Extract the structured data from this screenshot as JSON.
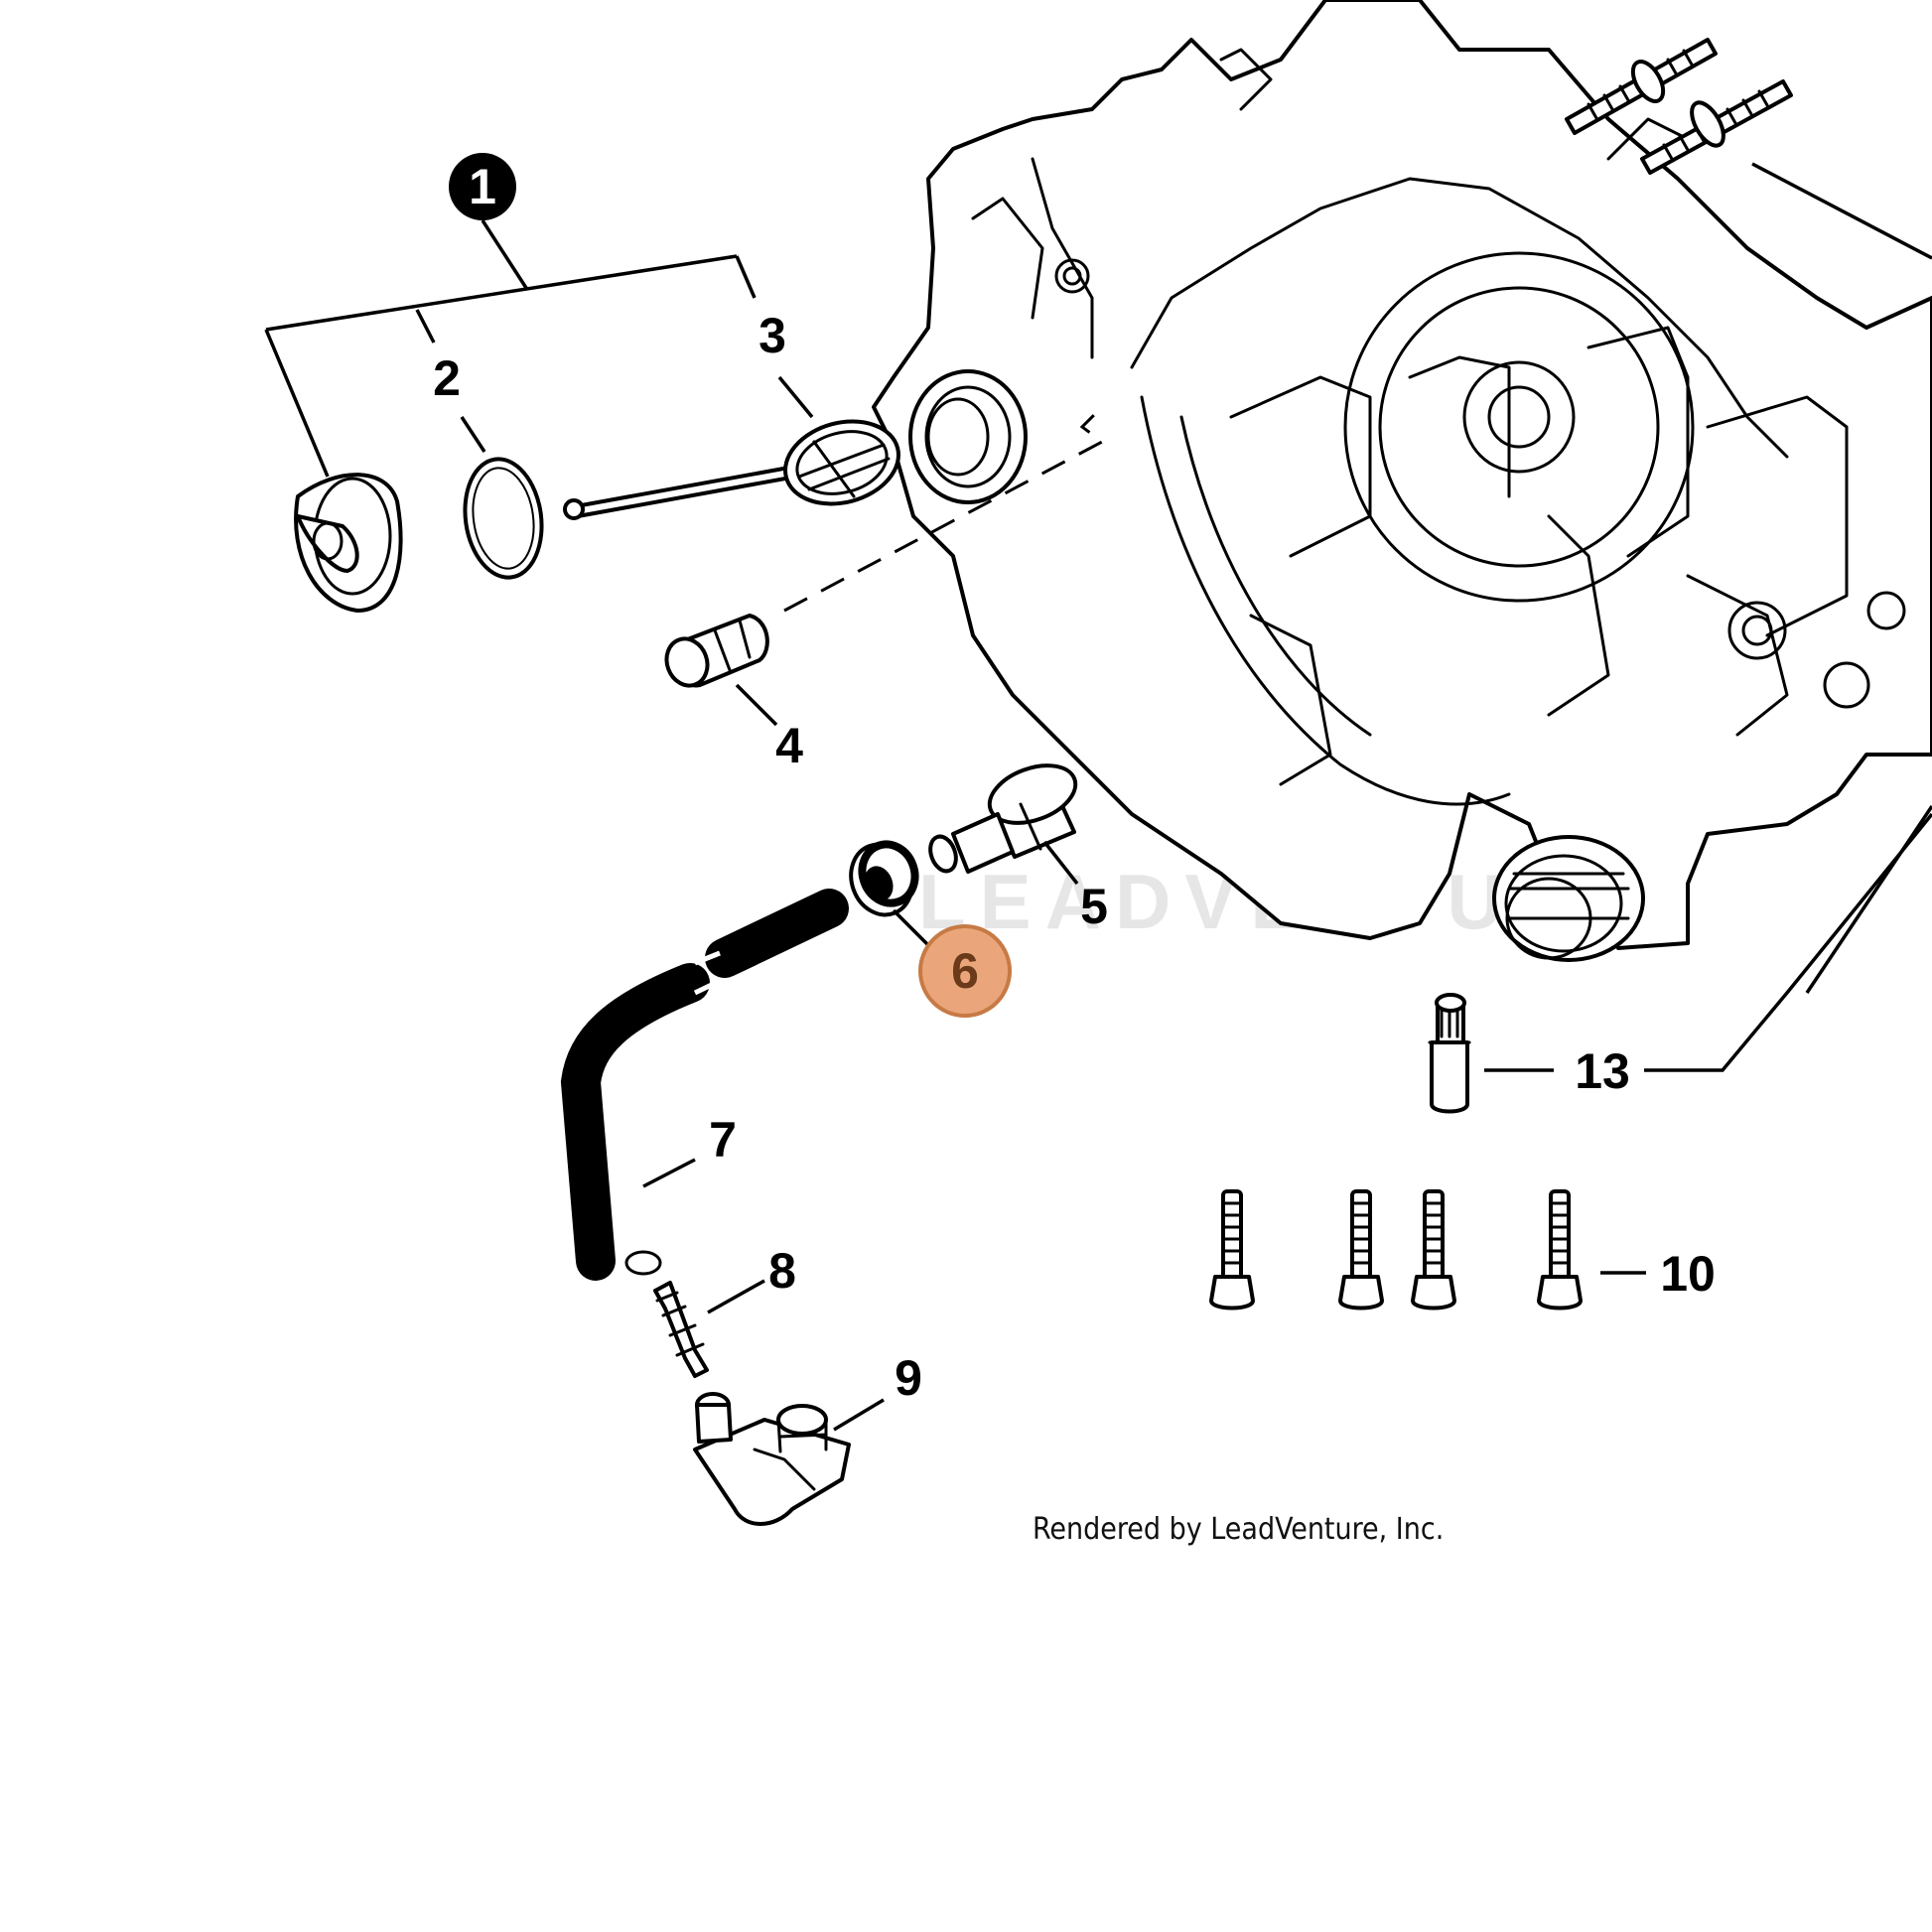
{
  "diagram": {
    "callouts": {
      "c1": "1",
      "c2": "2",
      "c3": "3",
      "c4": "4",
      "c5": "5",
      "c6": "6",
      "c7": "7",
      "c8": "8",
      "c9": "9",
      "c10": "10",
      "c13": "13"
    },
    "highlight_callout": "6",
    "highlight_color": "#e8a878",
    "highlight_stroke": "#c8763e",
    "watermark": "LEADVENTURE",
    "credit": "Rendered by LeadVenture, Inc."
  }
}
